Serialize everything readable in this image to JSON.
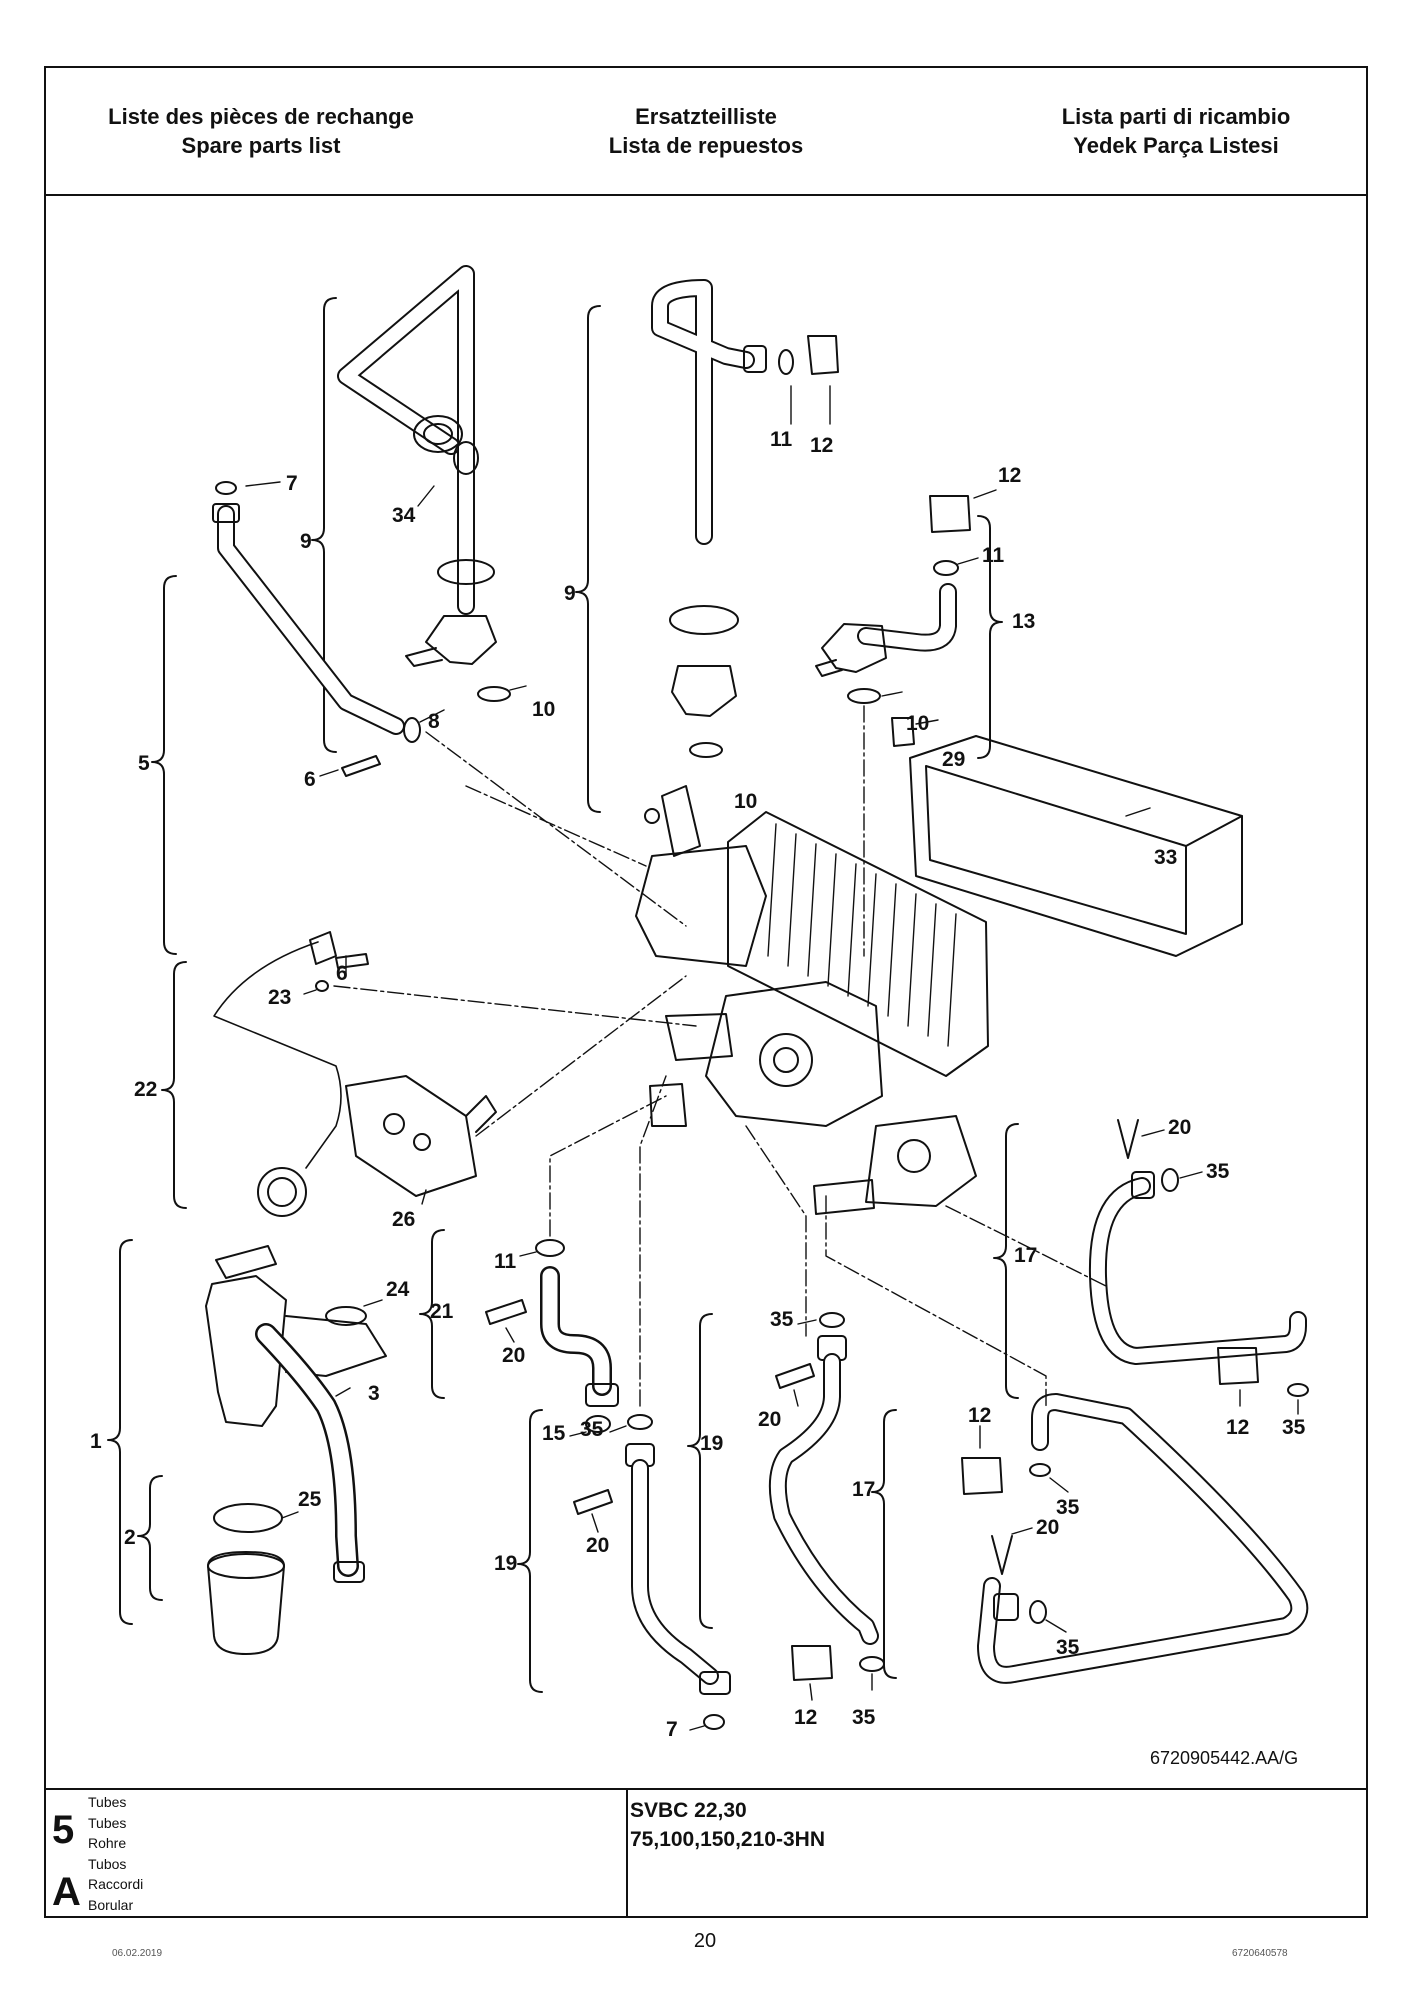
{
  "header": {
    "left": [
      "Liste des pièces de rechange",
      "Spare parts list"
    ],
    "center": [
      "Ersatzteilliste",
      "Lista de repuestos"
    ],
    "right": [
      "Lista parti di ricambio",
      "Yedek Parça Listesi"
    ]
  },
  "diagram": {
    "reference": "6720905442.AA/G",
    "labels": [
      {
        "id": "l9a",
        "text": "9"
      },
      {
        "id": "l34",
        "text": "34"
      },
      {
        "id": "l10a",
        "text": "10"
      },
      {
        "id": "l7a",
        "text": "7"
      },
      {
        "id": "l5",
        "text": "5"
      },
      {
        "id": "l8",
        "text": "8"
      },
      {
        "id": "l6a",
        "text": "6"
      },
      {
        "id": "l9b",
        "text": "9"
      },
      {
        "id": "l11a",
        "text": "11"
      },
      {
        "id": "l12a",
        "text": "12"
      },
      {
        "id": "l10b",
        "text": "10"
      },
      {
        "id": "l12b",
        "text": "12"
      },
      {
        "id": "l11b",
        "text": "11"
      },
      {
        "id": "l13",
        "text": "13"
      },
      {
        "id": "l10c",
        "text": "10"
      },
      {
        "id": "l29",
        "text": "29"
      },
      {
        "id": "l33",
        "text": "33"
      },
      {
        "id": "l6b",
        "text": "6"
      },
      {
        "id": "l23",
        "text": "23"
      },
      {
        "id": "l22",
        "text": "22"
      },
      {
        "id": "l26",
        "text": "26"
      },
      {
        "id": "l20a",
        "text": "20"
      },
      {
        "id": "l35a",
        "text": "35"
      },
      {
        "id": "l17a",
        "text": "17"
      },
      {
        "id": "l12c",
        "text": "12"
      },
      {
        "id": "l35b",
        "text": "35"
      },
      {
        "id": "l24",
        "text": "24"
      },
      {
        "id": "l11c",
        "text": "11"
      },
      {
        "id": "l21",
        "text": "21"
      },
      {
        "id": "l20b",
        "text": "20"
      },
      {
        "id": "l15",
        "text": "15"
      },
      {
        "id": "l3",
        "text": "3"
      },
      {
        "id": "l1",
        "text": "1"
      },
      {
        "id": "l25",
        "text": "25"
      },
      {
        "id": "l2",
        "text": "2"
      },
      {
        "id": "l35c",
        "text": "35"
      },
      {
        "id": "l20c",
        "text": "20"
      },
      {
        "id": "l19a",
        "text": "19"
      },
      {
        "id": "l7b",
        "text": "7"
      },
      {
        "id": "l35d",
        "text": "35"
      },
      {
        "id": "l20d",
        "text": "20"
      },
      {
        "id": "l19b",
        "text": "19"
      },
      {
        "id": "l12d",
        "text": "12"
      },
      {
        "id": "l35e",
        "text": "35"
      },
      {
        "id": "l12e",
        "text": "12"
      },
      {
        "id": "l35f",
        "text": "35"
      },
      {
        "id": "l17b",
        "text": "17"
      },
      {
        "id": "l20e",
        "text": "20"
      },
      {
        "id": "l35g",
        "text": "35"
      }
    ]
  },
  "footer": {
    "section_number": "5",
    "section_letter": "A",
    "section_titles": [
      "Tubes",
      "Tubes",
      "Rohre",
      "Tubos",
      "Raccordi",
      "Borular"
    ],
    "model_lines": [
      "SVBC 22,30",
      "75,100,150,210-3HN"
    ]
  },
  "page": {
    "number": "20",
    "date": "06.02.2019",
    "doc_id": "6720640578"
  }
}
